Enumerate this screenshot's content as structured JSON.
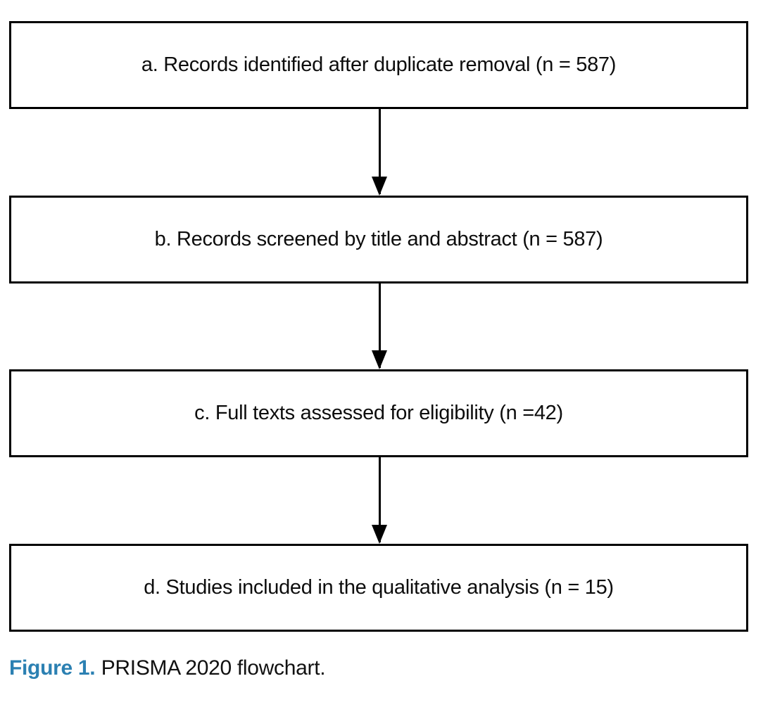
{
  "figure": {
    "caption": {
      "label": "Figure 1.",
      "text": "PRISMA 2020 flowchart."
    }
  },
  "flowchart": {
    "type": "prisma-flow-diagram",
    "boxes": [
      {
        "step": "a",
        "label": "a. Records identified after duplicate removal (n = 587)",
        "n": 587
      },
      {
        "step": "b",
        "label": "b. Records screened by title and abstract (n = 587)",
        "n": 587
      },
      {
        "step": "c",
        "label": "c. Full texts assessed for eligibility (n =42)",
        "n": 42
      },
      {
        "step": "d",
        "label": "d. Studies included in the qualitative analysis (n = 15)",
        "n": 15
      }
    ],
    "connections": [
      {
        "from": "a",
        "to": "b",
        "direction": "down"
      },
      {
        "from": "b",
        "to": "c",
        "direction": "down"
      },
      {
        "from": "c",
        "to": "d",
        "direction": "down"
      }
    ]
  },
  "colors": {
    "box_border": "#000000",
    "box_fill": "#ffffff",
    "text": "#0d0d0d",
    "caption_label": "#2b80b2",
    "arrow": "#000000"
  }
}
